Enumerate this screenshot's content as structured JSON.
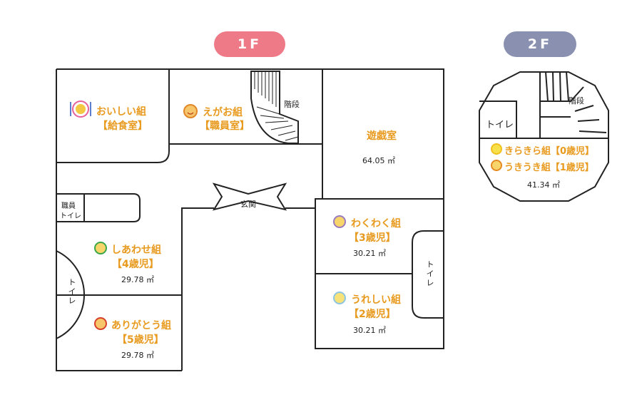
{
  "floors": {
    "f1_label": "1F",
    "f2_label": "2F",
    "f1_color": "#ee7a88",
    "f2_color": "#8a90b0"
  },
  "rooms": {
    "oishii": {
      "name": "おいしい組",
      "sub": "【給食室】"
    },
    "egao": {
      "name": "えがお組",
      "sub": "【職員室】"
    },
    "playroom": {
      "name": "遊戯室",
      "area": "64.05 ㎡"
    },
    "shiawase": {
      "name": "しあわせ組",
      "age": "【4歳児】",
      "area": "29.78 ㎡"
    },
    "arigatou": {
      "name": "ありがとう組",
      "age": "【5歳児】",
      "area": "29.78 ㎡"
    },
    "wakuwaku": {
      "name": "わくわく組",
      "age": "【3歳児】",
      "area": "30.21 ㎡"
    },
    "ureshii": {
      "name": "うれしい組",
      "age": "【2歳児】",
      "area": "30.21 ㎡"
    },
    "kirakira": {
      "name": "きらきら組【0歳児】"
    },
    "ukiuki": {
      "name": "うきうき組【1歳児】"
    },
    "f2_area": "41.34 ㎡"
  },
  "labels": {
    "stairs": "階段",
    "entrance": "玄関",
    "toilet": "トイレ",
    "staff_toilet_1": "職員",
    "staff_toilet_2": "トイレ"
  },
  "icons": {
    "oishii": "plate-face-icon",
    "egao": "smiling-face-icon",
    "shiawase": "green-face-icon",
    "arigatou": "red-face-icon",
    "wakuwaku": "purple-face-icon",
    "ureshii": "blue-face-icon",
    "kirakira": "yellow-face-icon",
    "ukiuki": "orange-face-icon"
  }
}
